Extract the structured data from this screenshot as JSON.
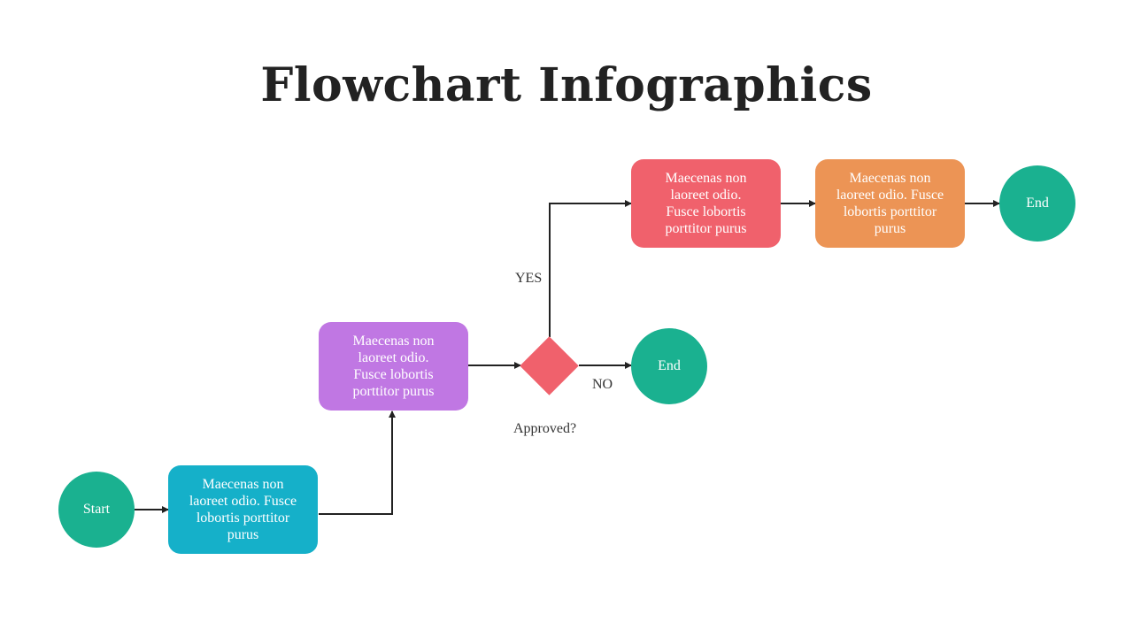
{
  "title": "Flowchart Infographics",
  "colors": {
    "green": "#1AB190",
    "blue": "#15B0C9",
    "purple": "#C077E3",
    "red": "#F0616C",
    "orange": "#EC9455",
    "line": "#222222"
  },
  "nodes": {
    "start": "Start",
    "step1": "Maecenas non\nlaoreet odio. Fusce\nlobortis porttitor\npurus",
    "step2": "Maecenas non\nlaoreet odio.\nFusce lobortis\nporttitor purus",
    "decision": "Approved?",
    "step3": "Maecenas non\nlaoreet odio.\nFusce lobortis\nporttitor purus",
    "step4": "Maecenas non\nlaoreet odio. Fusce\nlobortis porttitor\npurus",
    "end_yes": "End",
    "end_no": "End"
  },
  "edge_labels": {
    "yes": "YES",
    "no": "NO"
  }
}
